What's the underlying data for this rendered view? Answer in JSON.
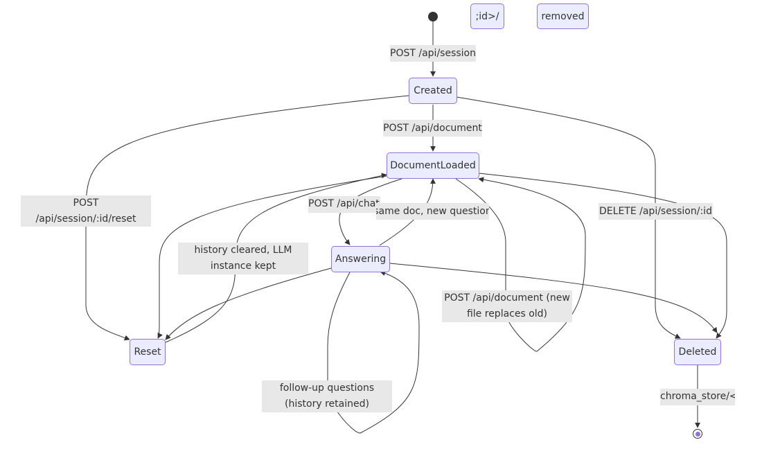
{
  "states": {
    "created": "Created",
    "document_loaded": "DocumentLoaded",
    "answering": "Answering",
    "reset": "Reset",
    "deleted": "Deleted"
  },
  "notes": {
    "id_fragment": ";id>/",
    "removed": "removed"
  },
  "transitions": {
    "post_session": "POST /api/session",
    "post_document": "POST /api/document",
    "post_chat": "POST /api/chat",
    "same_doc_new_question": "same doc, new question",
    "reset_line1": "POST",
    "reset_line2": "/api/session/:id/reset",
    "history_cleared_line1": "history cleared, LLM",
    "history_cleared_line2": "instance kept",
    "delete_session": "DELETE /api/session/:id",
    "replace_doc_line1": "POST /api/document (new",
    "replace_doc_line2": "file replaces old)",
    "followup_line1": "follow-up questions",
    "followup_line2": "(history retained)",
    "chroma_store": "chroma_store/<"
  },
  "colors": {
    "state_fill": "#ECECFF",
    "state_border": "#9370DB",
    "edge": "#333333",
    "label_bg": "#e8e8e8"
  }
}
